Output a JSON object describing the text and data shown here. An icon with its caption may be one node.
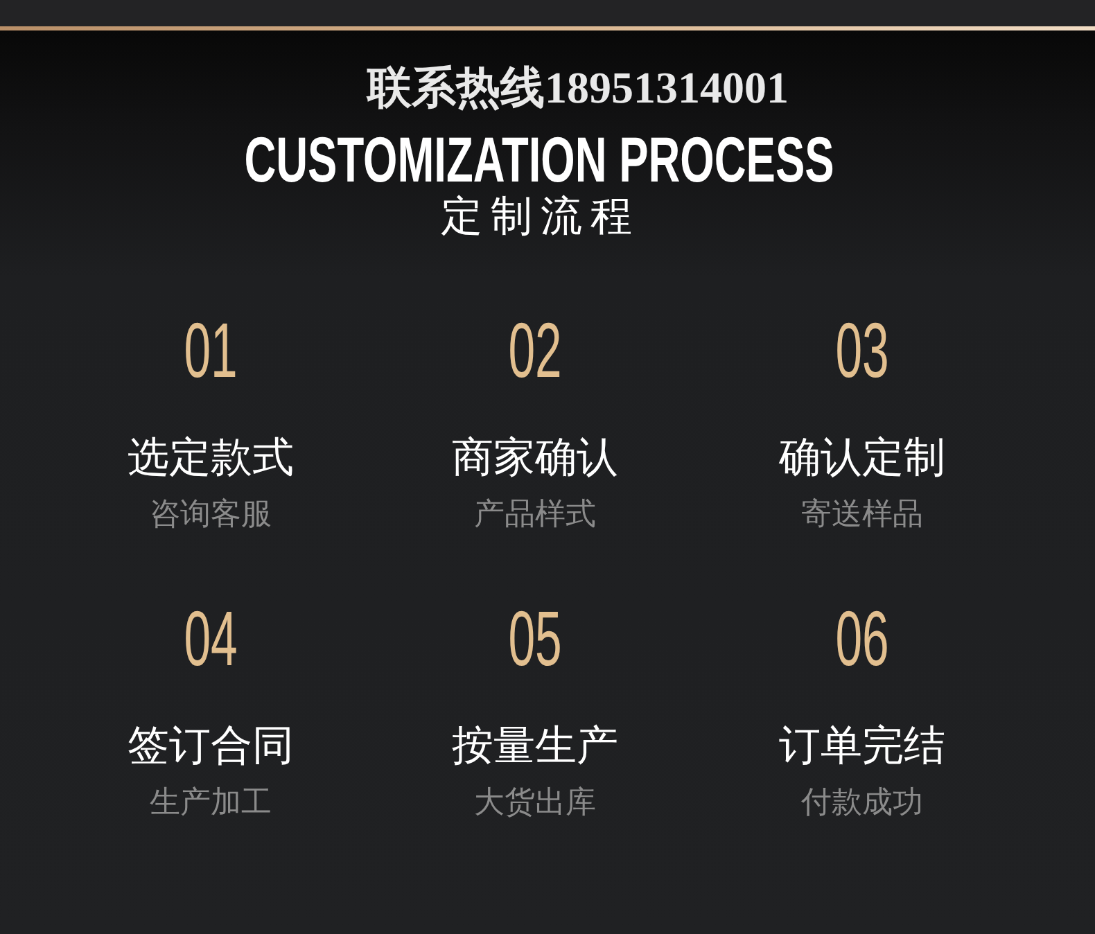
{
  "diagram": {
    "title": "CUSTOMIZATION PROCESS",
    "labels": [
      "联系热线18951314001",
      "定制流程",
      "01",
      "选定款式",
      "咨询客服",
      "02",
      "商家确认",
      "产品样式",
      "03",
      "确认定制",
      "寄送样品",
      "04",
      "签订合同",
      "生产加工",
      "05",
      "按量生产",
      "大货出库",
      "06",
      "订单完结",
      "付款成功"
    ]
  }
}
